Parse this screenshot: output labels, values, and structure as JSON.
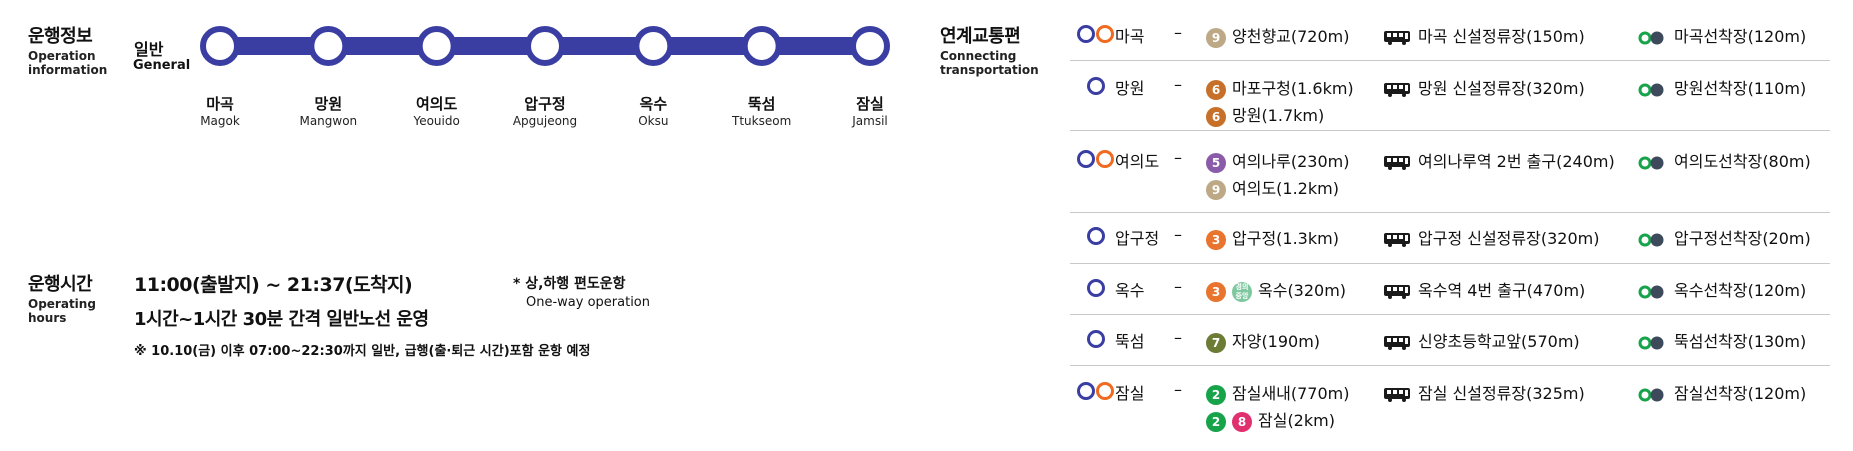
{
  "operation": {
    "title_ko": "운행정보",
    "title_en_1": "Operation",
    "title_en_2": "information",
    "type_ko": "일반",
    "type_en": "General",
    "stations": [
      {
        "ko": "마곡",
        "en": "Magok"
      },
      {
        "ko": "망원",
        "en": "Mangwon"
      },
      {
        "ko": "여의도",
        "en": "Yeouido"
      },
      {
        "ko": "압구정",
        "en": "Apgujeong"
      },
      {
        "ko": "옥수",
        "en": "Oksu"
      },
      {
        "ko": "뚝섬",
        "en": "Ttukseom"
      },
      {
        "ko": "잠실",
        "en": "Jamsil"
      }
    ]
  },
  "hours": {
    "title_ko": "운행시간",
    "title_en_1": "Operating",
    "title_en_2": "hours",
    "time": "11:00(출발지) ~ 21:37(도착지)",
    "interval": "1시간~1시간 30분 간격 일반노선 운영",
    "notice": "※ 10.10(금) 이후 07:00~22:30까지 일반, 급행(출·퇴근 시간)포함 운항 예정",
    "oneway_ko": "* 상,하행 편도운항",
    "oneway_en": "One-way operation"
  },
  "connecting": {
    "title_ko": "연계교통편",
    "title_en_1": "Connecting",
    "title_en_2": "transportation",
    "dash": "–",
    "rows": [
      {
        "station": "마곡",
        "rings": 2,
        "subway": [
          {
            "lines": [
              "9"
            ],
            "text": "양천향교(720m)"
          }
        ],
        "bus": "마곡 신설정류장(150m)",
        "ferry": "마곡선착장(120m)"
      },
      {
        "station": "망원",
        "rings": 1,
        "subway": [
          {
            "lines": [
              "6"
            ],
            "text": "마포구청(1.6km)"
          },
          {
            "lines": [
              "6"
            ],
            "text": "망원(1.7km)"
          }
        ],
        "bus": "망원 신설정류장(320m)",
        "ferry": "망원선착장(110m)"
      },
      {
        "station": "여의도",
        "rings": 2,
        "subway": [
          {
            "lines": [
              "5"
            ],
            "text": "여의나루(230m)"
          },
          {
            "lines": [
              "9"
            ],
            "text": "여의도(1.2km)"
          }
        ],
        "bus": "여의나루역 2번 출구(240m)",
        "ferry": "여의도선착장(80m)"
      },
      {
        "station": "압구정",
        "rings": 1,
        "subway": [
          {
            "lines": [
              "3"
            ],
            "text": "압구정(1.3km)"
          }
        ],
        "bus": "압구정 신설정류장(320m)",
        "ferry": "압구정선착장(20m)"
      },
      {
        "station": "옥수",
        "rings": 1,
        "subway": [
          {
            "lines": [
              "3",
              "경의중앙"
            ],
            "text": "옥수(320m)"
          }
        ],
        "bus": "옥수역 4번 출구(470m)",
        "ferry": "옥수선착장(120m)"
      },
      {
        "station": "뚝섬",
        "rings": 1,
        "subway": [
          {
            "lines": [
              "7"
            ],
            "text": "자양(190m)"
          }
        ],
        "bus": "신양초등학교앞(570m)",
        "ferry": "뚝섬선착장(130m)"
      },
      {
        "station": "잠실",
        "rings": 2,
        "subway": [
          {
            "lines": [
              "2"
            ],
            "text": "잠실새내(770m)"
          },
          {
            "lines": [
              "2",
              "8"
            ],
            "text": "잠실(2km)"
          }
        ],
        "bus": "잠실 신설정류장(325m)",
        "ferry": "잠실선착장(120m)"
      }
    ]
  },
  "colors": {
    "route": "#3a3ea3",
    "ferry_green": "#16a34a",
    "ferry_dark": "#3d4a5c"
  }
}
